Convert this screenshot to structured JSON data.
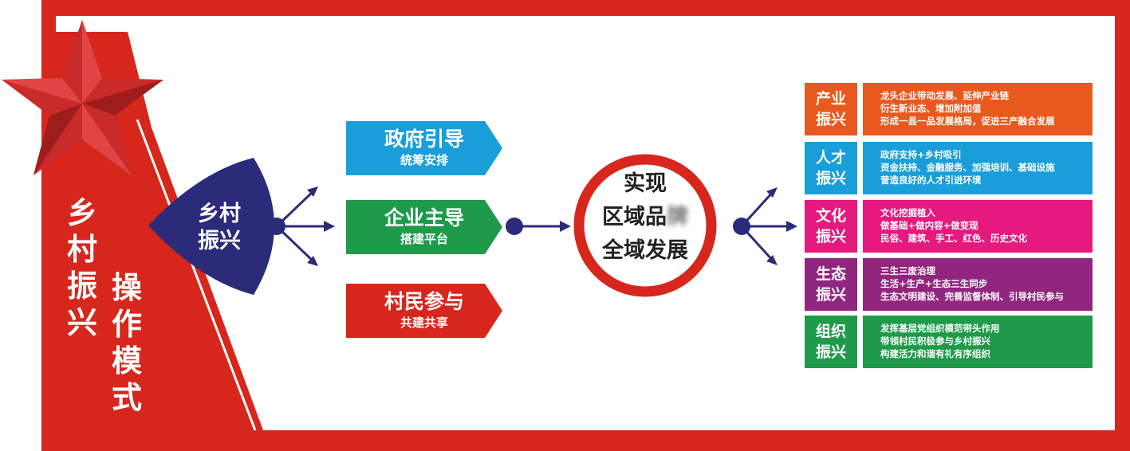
{
  "title": {
    "col1": [
      "乡",
      "村",
      "振",
      "兴"
    ],
    "col2": [
      "操",
      "作",
      "模",
      "式"
    ]
  },
  "hub": {
    "line1": "乡村",
    "line2": "振兴"
  },
  "pillars": [
    {
      "title": "政府引导",
      "subtitle": "统筹安排",
      "color": "#1a9ed9"
    },
    {
      "title": "企业主导",
      "subtitle": "搭建平台",
      "color": "#1e9a4a"
    },
    {
      "title": "村民参与",
      "subtitle": "共建共享",
      "color": "#d7261c"
    }
  ],
  "goal": {
    "line1": "实现",
    "line2": "区域品",
    "line2_blurred": "牌",
    "line3": "全域发展"
  },
  "areas": [
    {
      "tag1": "产业",
      "tag2": "振兴",
      "color": "#e8591e",
      "lines": [
        "龙头企业带动发展、延伸产业链",
        "衍生新业态、增加附加值",
        "形成一县一品发展格局，促进三产融合发展"
      ]
    },
    {
      "tag1": "人才",
      "tag2": "振兴",
      "color": "#1a9ed9",
      "lines": [
        "政府支持+乡村吸引",
        "资金扶持、金融服务、加强培训、基础设施",
        "营造良好的人才引进环境"
      ]
    },
    {
      "tag1": "文化",
      "tag2": "振兴",
      "color": "#e5197e",
      "lines": [
        "文化挖掘植入",
        "做基础+做内容+做变现",
        "民俗、建筑、手工、红色、历史文化"
      ]
    },
    {
      "tag1": "生态",
      "tag2": "振兴",
      "color": "#92267f",
      "lines": [
        "三生三废治理",
        "生活+生产+生态三生同步",
        "生态文明建设、完善监督体制、引导村民参与"
      ]
    },
    {
      "tag1": "组织",
      "tag2": "振兴",
      "color": "#1e9a4a",
      "lines": [
        "发挥基层党组织模范带头作用",
        "带领村民积极参与乡村振兴",
        "构建活力和谐有礼有序组织"
      ]
    }
  ],
  "colors": {
    "frame_red": "#d7261c",
    "hub_navy": "#2b2b7a"
  },
  "icons": [
    "star-icon"
  ]
}
